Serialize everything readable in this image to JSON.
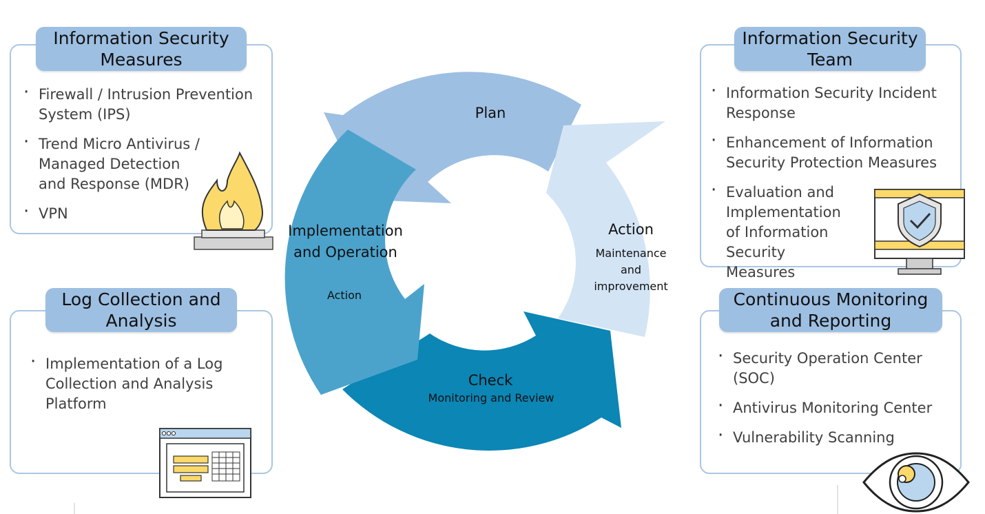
{
  "boxes": {
    "security_measures": {
      "title": "Information Security Measures",
      "items": [
        "Firewall / Intrusion Prevention System (IPS)",
        "Trend Micro Antivirus / Managed Detection and Response (MDR)",
        "VPN"
      ]
    },
    "security_team": {
      "title": "Information Security Team",
      "items": [
        "Information Security Incident Response",
        "Enhancement of Information Security Protection Measures",
        "Evaluation and Implementation of Information Security Measures"
      ]
    },
    "log_collection": {
      "title": "Log Collection and Analysis",
      "items": [
        "Implementation of a Log Collection and Analysis Platform"
      ]
    },
    "monitoring": {
      "title": "Continuous Monitoring and Reporting",
      "items": [
        "Security Operation Center (SOC)",
        "Antivirus Monitoring Center",
        "Vulnerability Scanning"
      ]
    }
  },
  "cycle": {
    "plan": {
      "label": "Plan"
    },
    "action": {
      "label": "Action",
      "sub": "Maintenance and improvement"
    },
    "check": {
      "label": "Check",
      "sub": "Monitoring and Review"
    },
    "implementation": {
      "label": "Implementation and Operation",
      "sub": "Action"
    }
  },
  "colors": {
    "plan": "#9dbfe2",
    "action": "#d3e4f5",
    "check": "#0b86b5",
    "implementation": "#4ba3cc",
    "tab": "#9dbfe2",
    "box_border": "#a9c6e2"
  },
  "icons": [
    "fire-icon",
    "monitor-shield-icon",
    "browser-window-icon",
    "eye-icon"
  ]
}
